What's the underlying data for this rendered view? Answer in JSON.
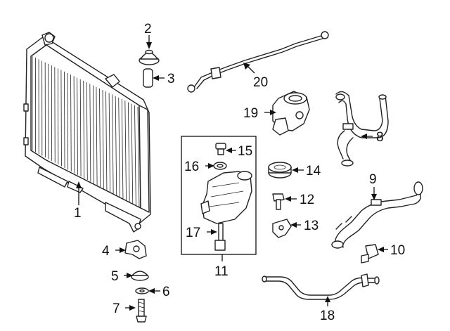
{
  "diagram": {
    "callouts": [
      {
        "id": "1",
        "label": "1"
      },
      {
        "id": "2",
        "label": "2"
      },
      {
        "id": "3",
        "label": "3"
      },
      {
        "id": "4",
        "label": "4"
      },
      {
        "id": "5",
        "label": "5"
      },
      {
        "id": "6",
        "label": "6"
      },
      {
        "id": "7",
        "label": "7"
      },
      {
        "id": "8",
        "label": "8"
      },
      {
        "id": "9",
        "label": "9"
      },
      {
        "id": "10",
        "label": "10"
      },
      {
        "id": "11",
        "label": "11"
      },
      {
        "id": "12",
        "label": "12"
      },
      {
        "id": "13",
        "label": "13"
      },
      {
        "id": "14",
        "label": "14"
      },
      {
        "id": "15",
        "label": "15"
      },
      {
        "id": "16",
        "label": "16"
      },
      {
        "id": "17",
        "label": "17"
      },
      {
        "id": "18",
        "label": "18"
      },
      {
        "id": "19",
        "label": "19"
      },
      {
        "id": "20",
        "label": "20"
      }
    ]
  },
  "colors": {
    "line": "#222222",
    "background": "#ffffff"
  }
}
